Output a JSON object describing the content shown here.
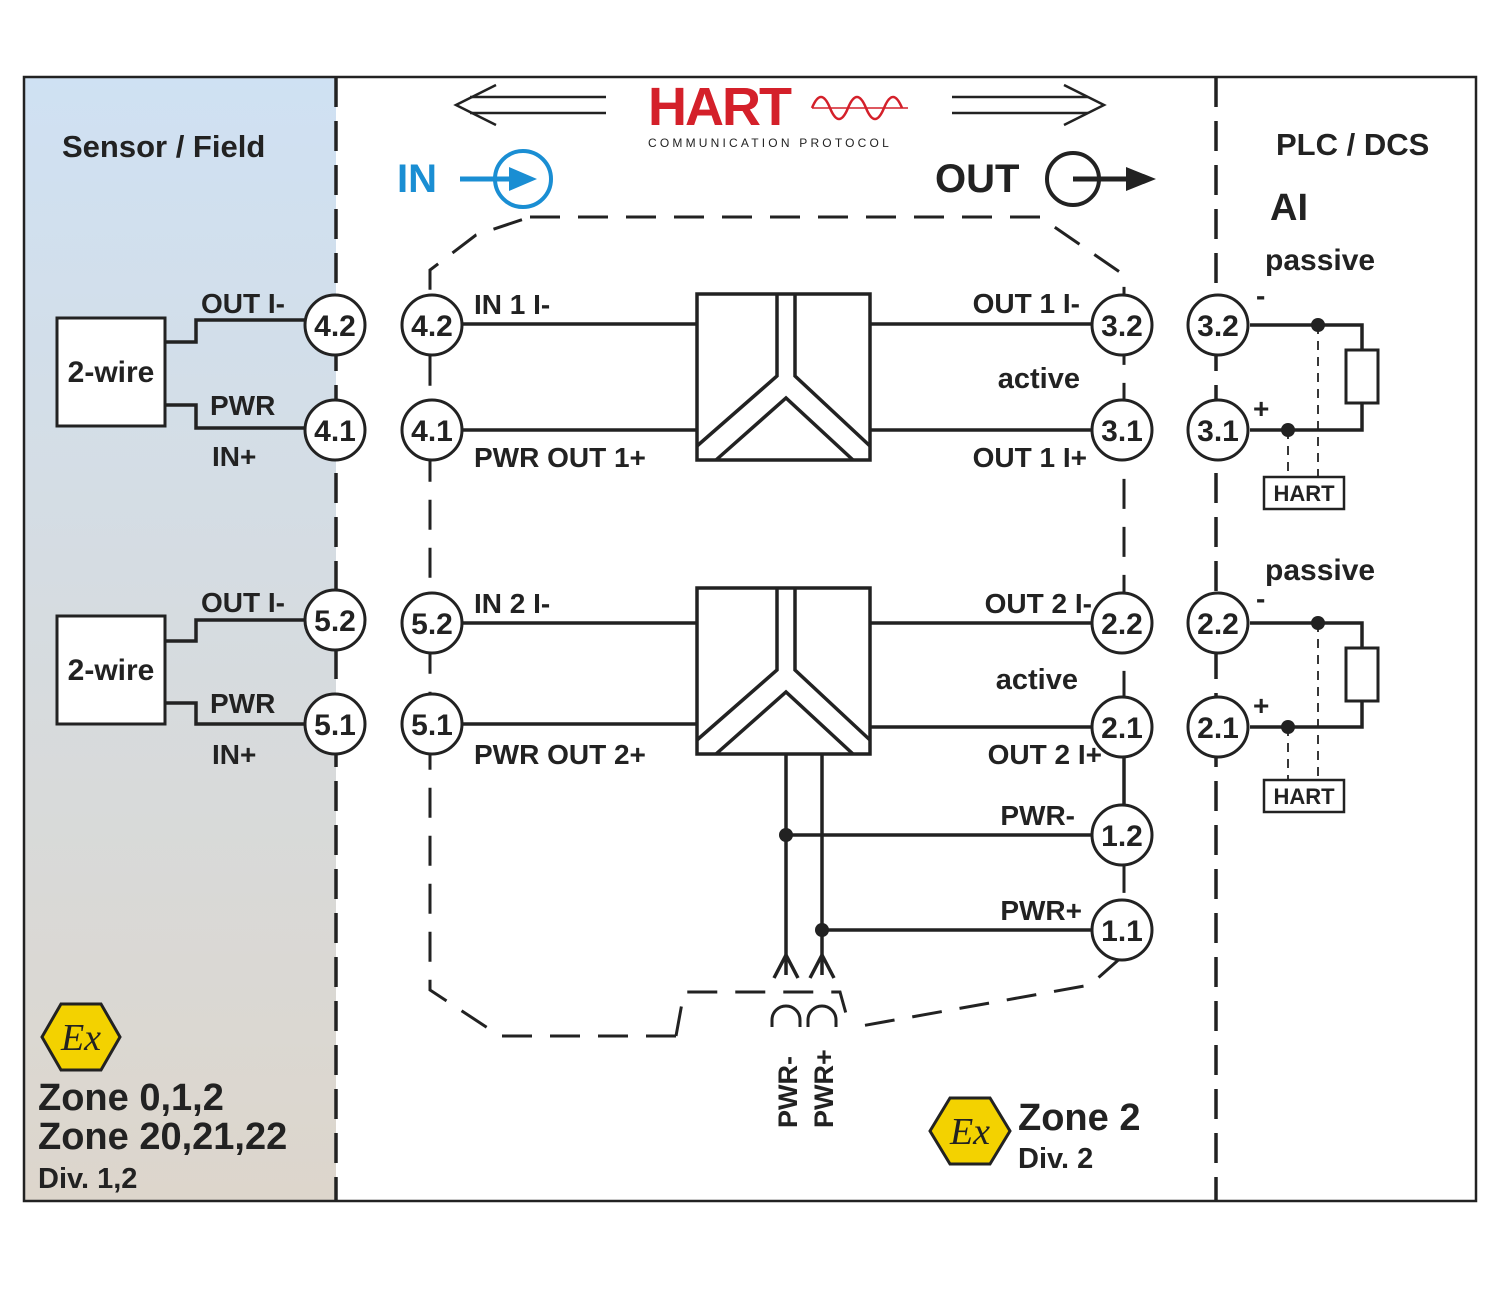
{
  "zones": {
    "left_title": "Sensor / Field",
    "right_title": "PLC / DCS",
    "left_zone_lines": [
      "Zone 0,1,2",
      "Zone 20,21,22",
      "Div. 1,2"
    ],
    "center_zone_lines": [
      "Zone 2",
      "Div. 2"
    ],
    "ex_symbol": "Ex"
  },
  "header": {
    "logo_text": "HART",
    "logo_subtitle": "COMMUNICATION PROTOCOL",
    "in_label": "IN",
    "out_label": "OUT",
    "colors": {
      "logo_red": "#d4202a",
      "in_blue": "#1a8ed3",
      "field_bg_top": "#cfe1f3",
      "field_bg_bottom": "#ddd6cc",
      "ex_yellow": "#f3d200"
    }
  },
  "sensors": [
    {
      "device": "2-wire",
      "out_label": "OUT I-",
      "pwr_label": "PWR",
      "in_label": "IN+",
      "term_top": "4.2",
      "term_bottom": "4.1"
    },
    {
      "device": "2-wire",
      "out_label": "OUT I-",
      "pwr_label": "PWR",
      "in_label": "IN+",
      "term_top": "5.2",
      "term_bottom": "5.1"
    }
  ],
  "channels": [
    {
      "in_term_top": "4.2",
      "in_term_bottom": "4.1",
      "in_label": "IN 1 I-",
      "pwr_out_label": "PWR OUT 1+",
      "out_top_label": "OUT 1 I-",
      "out_bottom_label": "OUT 1 I+",
      "active_label": "active",
      "out_term_top": "3.2",
      "out_term_bottom": "3.1"
    },
    {
      "in_term_top": "5.2",
      "in_term_bottom": "5.1",
      "in_label": "IN 2 I-",
      "pwr_out_label": "PWR OUT 2+",
      "out_top_label": "OUT 2 I-",
      "out_bottom_label": "OUT 2 I+",
      "active_label": "active",
      "out_term_top": "2.2",
      "out_term_bottom": "2.1"
    }
  ],
  "power": {
    "minus_label": "PWR-",
    "plus_label": "PWR+",
    "minus_term": "1.2",
    "plus_term": "1.1",
    "connector_minus": "PWR-",
    "connector_plus": "PWR+"
  },
  "plc": {
    "ai_label": "AI",
    "inputs": [
      {
        "mode": "passive",
        "minus": "-",
        "plus": "+",
        "term_top": "3.2",
        "term_bottom": "3.1",
        "hart_box": "HART"
      },
      {
        "mode": "passive",
        "minus": "-",
        "plus": "+",
        "term_top": "2.2",
        "term_bottom": "2.1",
        "hart_box": "HART"
      }
    ]
  }
}
